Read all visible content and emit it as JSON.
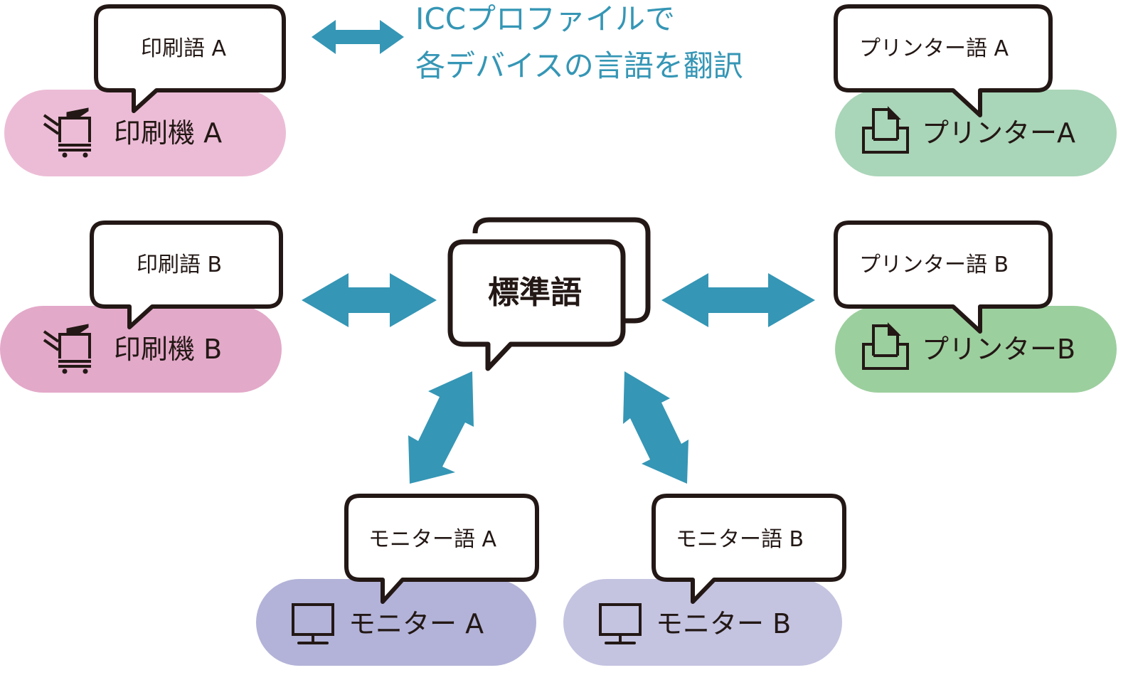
{
  "colors": {
    "arrow": "#3596b5",
    "outline": "#231815",
    "press_a": "#ecbcd6",
    "press_b": "#e3a9c9",
    "printer_a": "#a9d5b8",
    "printer_b": "#9ccf9e",
    "monitor_a": "#b3b3d9",
    "monitor_b": "#c4c4e1"
  },
  "caption": {
    "line1": "ICCプロファイルで",
    "line2": "各デバイスの言語を翻訳"
  },
  "center": {
    "label": "標準語"
  },
  "devices": {
    "press_a": {
      "name": "印刷機 A",
      "language": "印刷語 A",
      "icon": "printing-press-icon"
    },
    "press_b": {
      "name": "印刷機 B",
      "language": "印刷語 B",
      "icon": "printing-press-icon"
    },
    "printer_a": {
      "name": "プリンターA",
      "language": "プリンター語 A",
      "icon": "printer-icon"
    },
    "printer_b": {
      "name": "プリンターB",
      "language": "プリンター語 B",
      "icon": "printer-icon"
    },
    "monitor_a": {
      "name": "モニター A",
      "language": "モニター語 A",
      "icon": "monitor-icon"
    },
    "monitor_b": {
      "name": "モニター B",
      "language": "モニター語 B",
      "icon": "monitor-icon"
    }
  }
}
